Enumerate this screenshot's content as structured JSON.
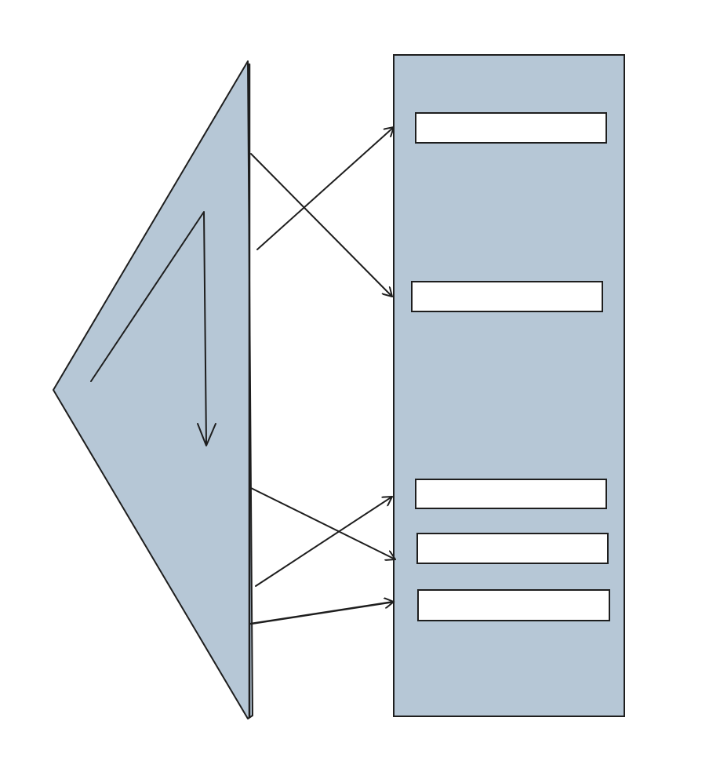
{
  "colors": {
    "panel_fill": "#b6c7d6",
    "stroke": "#1e1e1e",
    "slot_fill": "#ffffff",
    "background": "#ffffff"
  },
  "diagram": {
    "shapes": [
      "wedge",
      "panel"
    ],
    "slot_count": 5,
    "arrow_count": 6
  }
}
